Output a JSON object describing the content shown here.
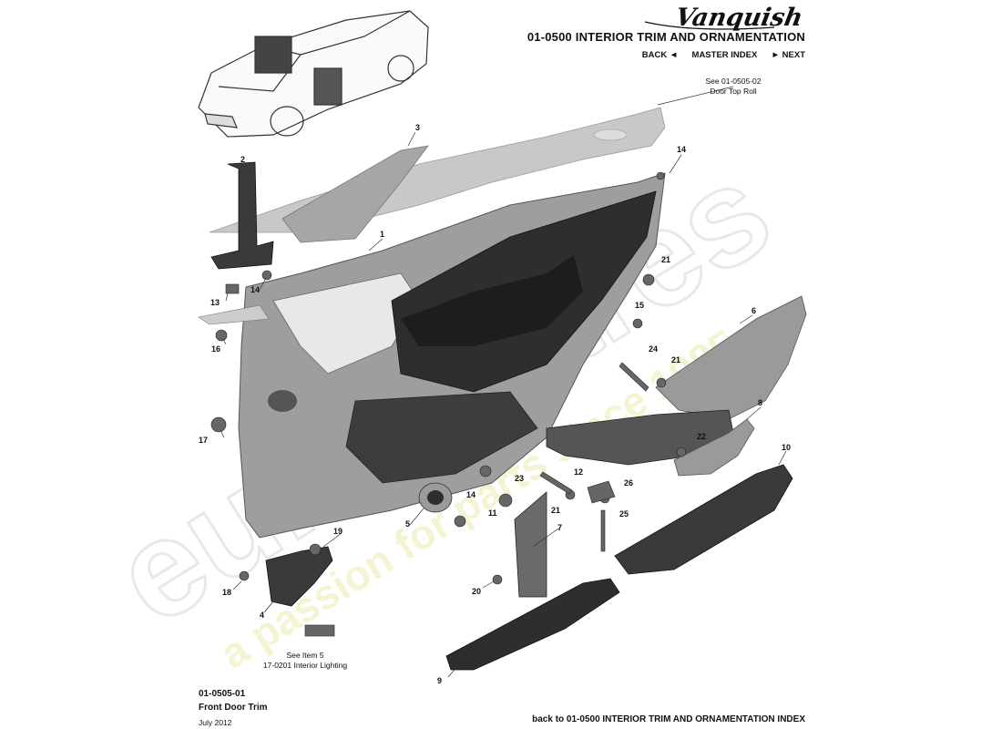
{
  "header": {
    "brand": "Vanquish",
    "section_title": "01-0500 INTERIOR TRIM AND ORNAMENTATION",
    "nav": {
      "back": "BACK",
      "back_icon": "◄",
      "master_index": "MASTER INDEX",
      "next_icon": "►",
      "next": "NEXT"
    }
  },
  "references": {
    "top_roll_line1": "See 01-0505-02",
    "top_roll_line2": "Door Top Roll",
    "lighting_line1": "See Item 5",
    "lighting_line2": "17-0201 Interior Lighting"
  },
  "callouts": [
    "1",
    "2",
    "3",
    "4",
    "5",
    "6",
    "7",
    "8",
    "9",
    "10",
    "11",
    "12",
    "13",
    "14",
    "14",
    "14",
    "15",
    "16",
    "17",
    "18",
    "19",
    "20",
    "21",
    "21",
    "21",
    "22",
    "23",
    "24",
    "25",
    "26"
  ],
  "watermark": {
    "brand": "eurospares",
    "tagline": "a passion for parts since 1985"
  },
  "footer": {
    "code": "01-0505-01",
    "name": "Front Door Trim",
    "date": "July 2012",
    "back_link": "back to 01-0500 INTERIOR TRIM AND ORNAMENTATION INDEX"
  },
  "colors": {
    "part_fill": "#9a9a9a",
    "dark_fill": "#3a3a3a",
    "light_fill": "#cfcfcf",
    "watermark": "#f0f0f0",
    "watermark_yellow": "#f2f2c8"
  }
}
